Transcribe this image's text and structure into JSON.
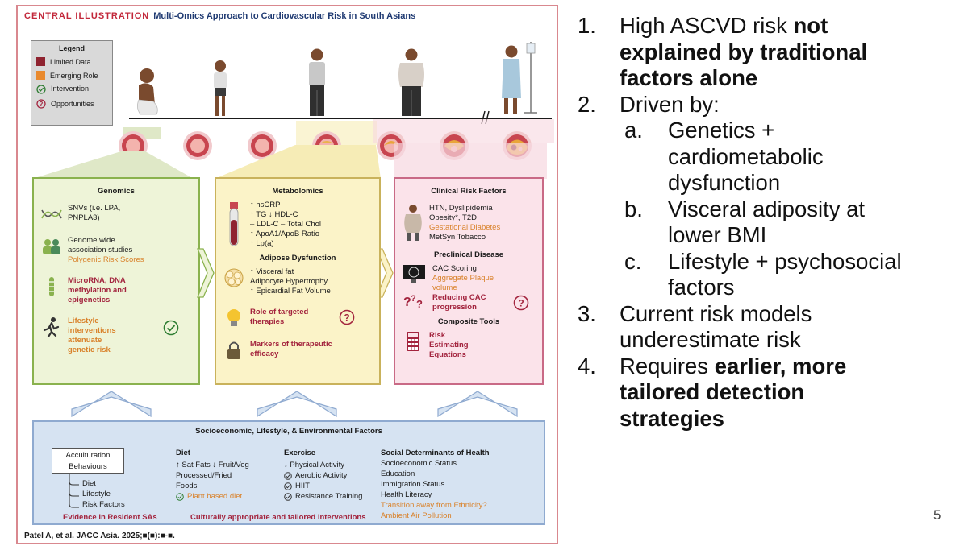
{
  "figure": {
    "title_label": "CENTRAL ILLUSTRATION",
    "title_text": "Multi-Omics Approach to Cardiovascular Risk in South Asians",
    "legend": {
      "heading": "Legend",
      "limited": "Limited Data",
      "emerging": "Emerging Role",
      "intervention": "Intervention",
      "opportunities": "Opportunities"
    },
    "genomics": {
      "heading": "Genomics",
      "snvs_1": "SNVs (i.e. LPA,",
      "snvs_2": "PNPLA3)",
      "gwas_1": "Genome wide",
      "gwas_2": "association studies",
      "gwas_orange": "Polygenic Risk Scores",
      "mirna_1": "MicroRNA, DNA",
      "mirna_2": "methylation and",
      "mirna_3": "epigenetics",
      "lifestyle_1": "Lifestyle",
      "lifestyle_2": "interventions",
      "lifestyle_3": "attenuate",
      "lifestyle_4": "genetic risk"
    },
    "metabolomics": {
      "heading": "Metabolomics",
      "l1": "↑ hsCRP",
      "l2": "↑ TG   ↓ HDL-C",
      "l3": "– LDL-C  – Total Chol",
      "l4": "↑ ApoA1/ApoB Ratio",
      "l5": "↑ Lp(a)",
      "adipose_heading": "Adipose Dysfunction",
      "a1": "↑ Visceral fat",
      "a2": "Adipocyte Hypertrophy",
      "a3": "↑ Epicardial Fat Volume",
      "role_1": "Role of targeted",
      "role_2": "therapies",
      "markers_1": "Markers of therapeutic",
      "markers_2": "efficacy"
    },
    "clinical": {
      "heading": "Clinical Risk Factors",
      "c1": "HTN, Dyslipidemia",
      "c2": "Obesity*, T2D",
      "c3": "Gestational Diabetes",
      "c4": "MetSyn Tobacco",
      "preclinical_heading": "Preclinical Disease",
      "p1": "CAC Scoring",
      "p2": "Aggregate Plaque",
      "p3": "volume",
      "p4": "Reducing CAC",
      "p5": "progression",
      "composite_heading": "Composite Tools",
      "r1": "Risk",
      "r2": "Estimating",
      "r3": "Equations"
    },
    "factors": {
      "heading": "Socioeconomic, Lifestyle, & Environmental Factors",
      "acculturation_1": "Acculturation",
      "acculturation_2": "Behaviours",
      "acc_items": [
        "Diet",
        "Lifestyle",
        "Risk Factors"
      ],
      "evidence": "Evidence in Resident SAs",
      "diet_heading": "Diet",
      "diet_1": "↑ Sat Fats  ↓ Fruit/Veg",
      "diet_2": "Processed/Fried",
      "diet_3": "Foods",
      "diet_plant": "Plant based diet",
      "culturally": "Culturally appropriate and tailored interventions",
      "exercise_heading": "Exercise",
      "ex_1": "↓ Physical Activity",
      "ex_2": "Aerobic Activity",
      "ex_3": "HIIT",
      "ex_4": "Resistance Training",
      "sdoh_heading": "Social Determinants of Health",
      "sd_1": "Socioeconomic Status",
      "sd_2": "Education",
      "sd_3": "Immigration Status",
      "sd_4": "Health Literacy",
      "sd_5": "Transition away from Ethnicity?",
      "sd_6": "Ambient Air Pollution"
    },
    "citation": "Patel A, et al. JACC Asia. 2025;■(■):■-■."
  },
  "slide": {
    "items": [
      {
        "num": "1.",
        "plain": "High ASCVD risk ",
        "bold": "not",
        "l2": "explained by traditional",
        "l3": "factors alone"
      },
      {
        "num": "2.",
        "plain": "Driven by:"
      },
      {
        "num": "3.",
        "l1": "Current risk models",
        "l2": "underestimate risk"
      },
      {
        "num": "4.",
        "plain": "Requires ",
        "bold": "earlier, more",
        "l2": "tailored detection",
        "l3": "strategies"
      }
    ],
    "subitems": [
      {
        "letter": "a.",
        "l1": "Genetics +",
        "l2": "cardiometabolic",
        "l3": "dysfunction"
      },
      {
        "letter": "b.",
        "l1": "Visceral adiposity at",
        "l2": "lower BMI"
      },
      {
        "letter": "c.",
        "l1": "Lifestyle + psychosocial",
        "l2": "factors"
      }
    ],
    "page_number": "5"
  },
  "colors": {
    "border_pink": "#d9888f",
    "title_red": "#c2273a",
    "title_blue": "#1f3a72",
    "limited_red": "#8f2330",
    "emerging_orange": "#e98a2e",
    "genomics_green": "#eef4d8",
    "metabolomics_yellow": "#fbf3c8",
    "clinical_pink": "#fbe3ea",
    "factors_blue": "#d6e3f2"
  }
}
